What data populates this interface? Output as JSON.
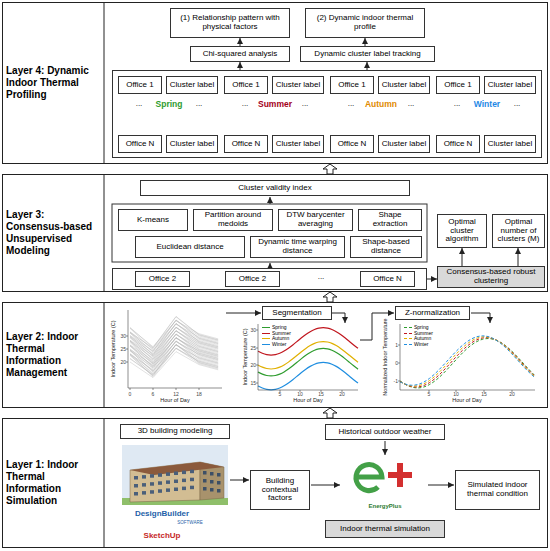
{
  "diagram": {
    "nodes": [
      {
        "text": [
          "Layer 4: Dynamic Indoor Thermal Profiling"
        ]
      },
      {
        "text": [
          "(1) Relationship pattern with physical factors"
        ],
        "in": 0
      },
      {
        "text": [
          "(2) Dynamic indoor thermal profile"
        ],
        "in": 0
      },
      {
        "text": [
          "Chi-squared analysis"
        ],
        "in": 0
      },
      {
        "text": [
          "Dynamic cluster label tracking"
        ],
        "in": 0
      },
      {
        "text": [
          "...",
          "Spring",
          "...",
          "...",
          "Summer",
          "...",
          "...",
          "Autumn",
          "...",
          "...",
          "Winter",
          "..."
        ],
        "in": 0
      },
      {
        "text": [
          "Office 1"
        ],
        "in": 5
      },
      {
        "text": [
          "Cluster label"
        ],
        "in": 5
      },
      {
        "text": [
          "Office 1"
        ],
        "in": 5
      },
      {
        "text": [
          "Cluster label"
        ],
        "in": 5
      },
      {
        "text": [
          "Office 1"
        ],
        "in": 5
      },
      {
        "text": [
          "Cluster label"
        ],
        "in": 5
      },
      {
        "text": [
          "Office 1"
        ],
        "in": 5
      },
      {
        "text": [
          "Cluster label"
        ],
        "in": 5
      },
      {
        "text": [
          "Office N"
        ],
        "in": 5
      },
      {
        "text": [
          "Cluster label"
        ],
        "in": 5
      },
      {
        "text": [
          "Office N"
        ],
        "in": 5
      },
      {
        "text": [
          "Cluster label"
        ],
        "in": 5
      },
      {
        "text": [
          "Office N"
        ],
        "in": 5
      },
      {
        "text": [
          "Cluster label"
        ],
        "in": 5
      },
      {
        "text": [
          "Office N"
        ],
        "in": 5
      },
      {
        "text": [
          "Cluster label"
        ],
        "in": 5
      },
      {
        "text": [
          "Layer 3: Consensus-based Unsupervised Modeling"
        ]
      },
      {
        "text": [
          "Cluster validity index"
        ],
        "in": 22
      },
      {
        "text": [
          "K-means"
        ],
        "in": 22
      },
      {
        "text": [
          "Partition around medoids"
        ],
        "in": 22
      },
      {
        "text": [
          "DTW barycenter averaging"
        ],
        "in": 22
      },
      {
        "text": [
          "Shape extraction"
        ],
        "in": 22
      },
      {
        "text": [
          "Euclidean distance"
        ],
        "in": 22
      },
      {
        "text": [
          "Dynamic time warping distance"
        ],
        "in": 22
      },
      {
        "text": [
          "Shape-based distance"
        ],
        "in": 22
      },
      {
        "text": [
          "..."
        ],
        "in": 22
      },
      {
        "text": [
          "Office 2"
        ],
        "in": 31
      },
      {
        "text": [
          "Office 2"
        ],
        "in": 31
      },
      {
        "text": [
          "Office N"
        ],
        "in": 31
      },
      {
        "text": [
          "Optimal cluster algorithm"
        ],
        "in": 22
      },
      {
        "text": [
          "Optimal number of clusters (M)"
        ],
        "in": 22
      },
      {
        "text": [
          "Consensus-based robust clustering"
        ],
        "in": 22
      },
      {
        "text": [
          "Layer 2: Indoor Thermal Information Management"
        ]
      },
      {
        "text": [
          "Segmentation"
        ],
        "in": 38
      },
      {
        "text": [
          "Z-normalization"
        ],
        "in": 38
      },
      {
        "text": [
          "Layer 1: Indoor Thermal Information Simulation"
        ]
      },
      {
        "text": [
          "3D building modeling"
        ],
        "in": 41
      },
      {
        "text": [
          "Historical outdoor weather"
        ],
        "in": 41
      },
      {
        "text": [
          "Building contextual factors"
        ],
        "in": 41
      },
      {
        "text": [
          "Simulated indoor thermal condition"
        ],
        "in": 41
      },
      {
        "text": [
          "Indoor thermal simulation"
        ],
        "in": 41
      }
    ],
    "edges": [
      {
        "from": 5,
        "to": 3,
        "arrow": "to"
      },
      {
        "from": 5,
        "to": 4,
        "arrow": "to"
      },
      {
        "from": 3,
        "to": 1,
        "arrow": "to"
      },
      {
        "from": 4,
        "to": 2,
        "arrow": "to"
      },
      {
        "from": 31,
        "to": 37,
        "arrow": "to"
      },
      {
        "from": 37,
        "to": 35,
        "arrow": "to"
      },
      {
        "from": 37,
        "to": 36,
        "arrow": "to"
      },
      {
        "from": 41,
        "to": 38,
        "arrow": "to"
      },
      {
        "from": 38,
        "to": 22,
        "arrow": "to"
      },
      {
        "from": 22,
        "to": 0,
        "arrow": "to"
      }
    ],
    "labels": [
      "Indoor Temperature (C)",
      "Hour of Day",
      "20",
      "25",
      "30",
      "0",
      "6",
      "12",
      "18",
      "Indoor Temperature (C)",
      "Hour of Day",
      "15",
      "20",
      "25",
      "30",
      "5",
      "10",
      "15",
      "20",
      "Normalized Indoor Temperature",
      "Hour of Day",
      "-1",
      "0",
      "1",
      "5",
      "10",
      "15",
      "20",
      "DesignBuilder",
      "SOFTWARE",
      "SketchUp",
      "EnergyPlus"
    ],
    "legend": [
      {
        "text": "Spring",
        "color": "#2e9c2e"
      },
      {
        "text": "Summer",
        "color": "#c0161e"
      },
      {
        "text": "Autumn",
        "color": "#e0b000"
      },
      {
        "text": "Winter",
        "color": "#1f8ee0"
      },
      {
        "text": "Spring",
        "color": "#2e9c2e"
      },
      {
        "text": "Summer",
        "color": "#c0161e"
      },
      {
        "text": "Autumn",
        "color": "#e0b000"
      },
      {
        "text": "Winter",
        "color": "#1f8ee0"
      }
    ]
  }
}
